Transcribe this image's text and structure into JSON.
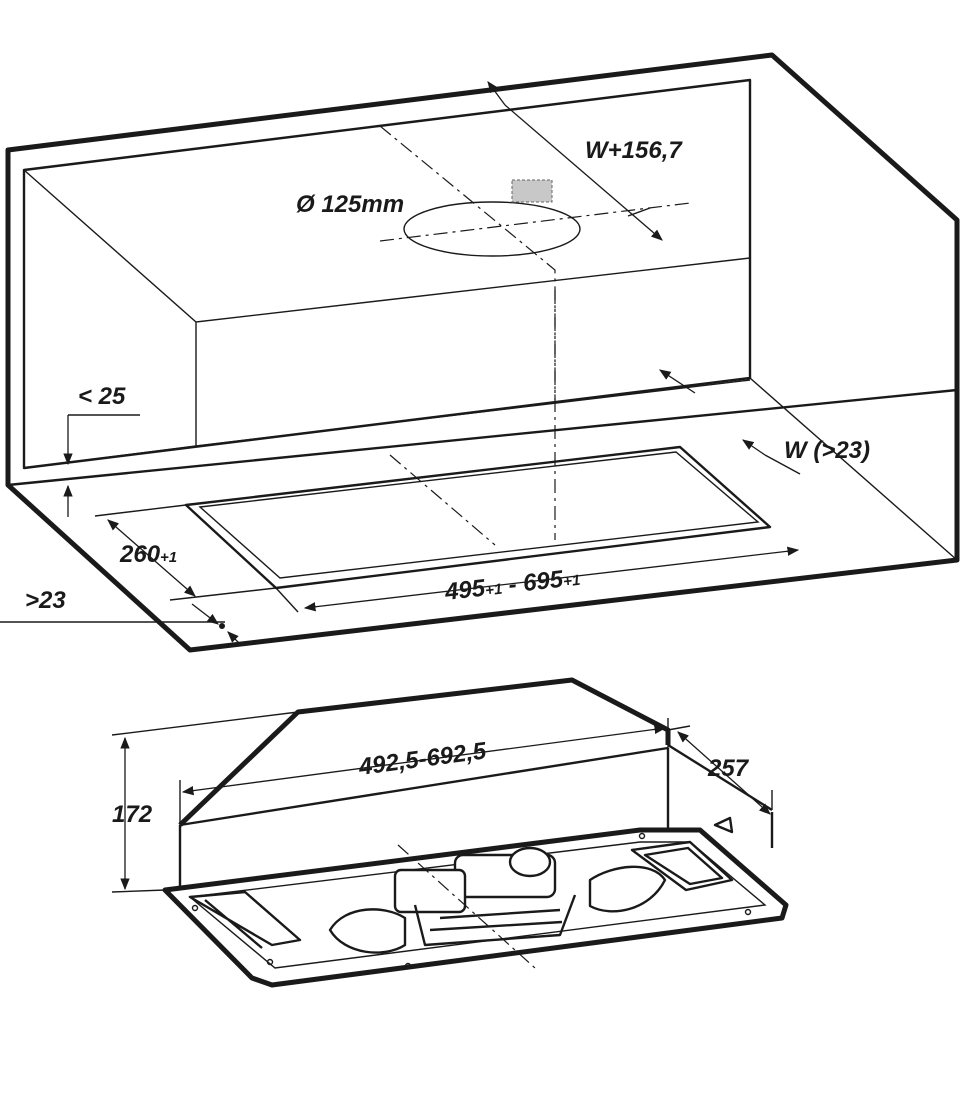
{
  "diagram": {
    "cabinet": {
      "duct_diameter": "Ø 125mm",
      "duct_offset": "W+156,7",
      "cabinet_wall": "W (>23)",
      "bottom_gap": "< 25",
      "cutout_depth": {
        "main": "260",
        "tol": "+1"
      },
      "cutout_width": {
        "min": "495",
        "min_tol": "+1",
        "sep": " - ",
        "max": "695",
        "max_tol": "+1"
      },
      "edge_offset": ">23"
    },
    "hood": {
      "width": "492,5-692,5",
      "depth": "257",
      "height": "172"
    }
  }
}
